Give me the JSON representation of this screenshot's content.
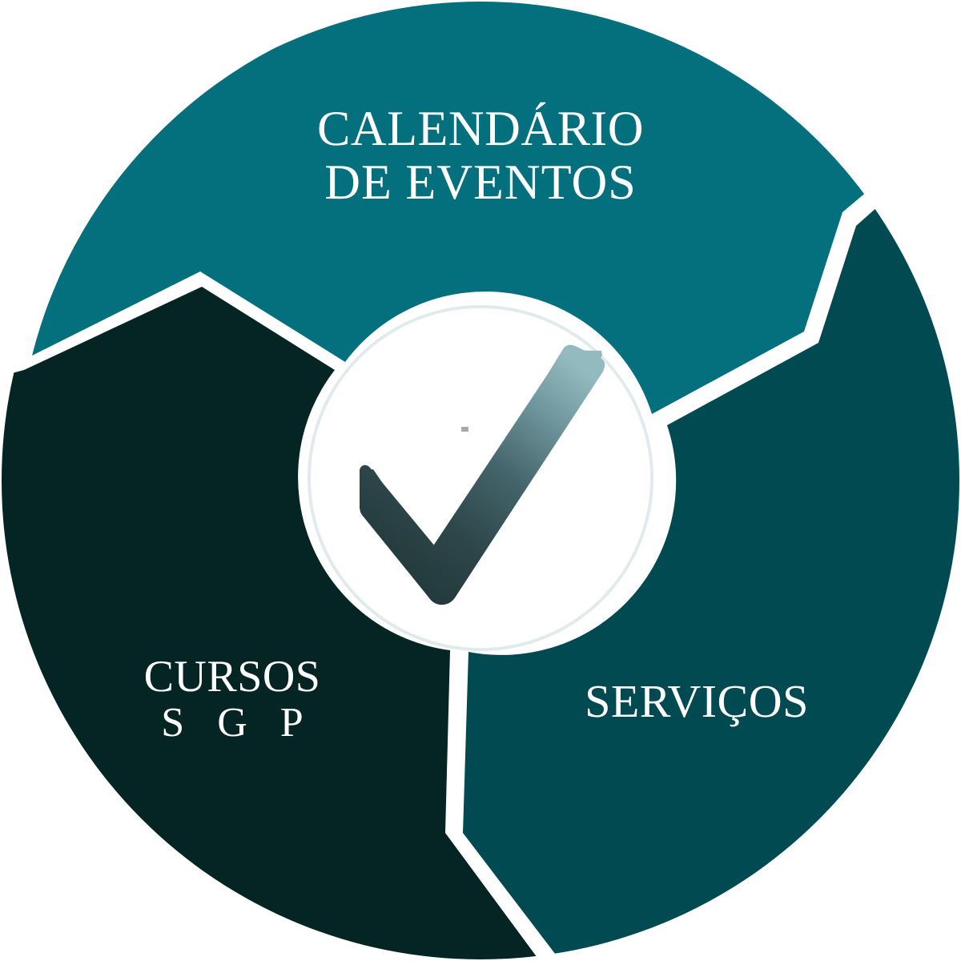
{
  "graphic": {
    "type": "segmented-circle-menu",
    "title": "Segmented circular navigation wheel",
    "center_icon": "check-mark-icon",
    "background": "#ffffff",
    "gap_color": "#ffffff"
  },
  "colors": {
    "segment_calendario": "#04707E",
    "segment_servicos": "#014A51",
    "segment_cursos": "#052524",
    "hub_fill": "#ffffff",
    "check_gradient_start": "#8CB3B8",
    "check_gradient_end": "#2A4246",
    "label_text": "#ffffff"
  },
  "segments": [
    {
      "id": "calendario",
      "name": "calendar-of-events-segment",
      "label_line1": "CALENDÁRIO",
      "label_line2": "DE EVENTOS",
      "color": "#04707E",
      "position": "top"
    },
    {
      "id": "servicos",
      "name": "services-segment",
      "label_line1": "SERVIÇOS",
      "label_line2": "",
      "color": "#014A51",
      "position": "bottom-right"
    },
    {
      "id": "cursos",
      "name": "courses-sgp-segment",
      "label_line1": "CURSOS",
      "label_line2": "S G P",
      "color": "#052524",
      "position": "bottom-left"
    }
  ],
  "hub": {
    "icon_name": "check-mark-icon",
    "label": ""
  }
}
